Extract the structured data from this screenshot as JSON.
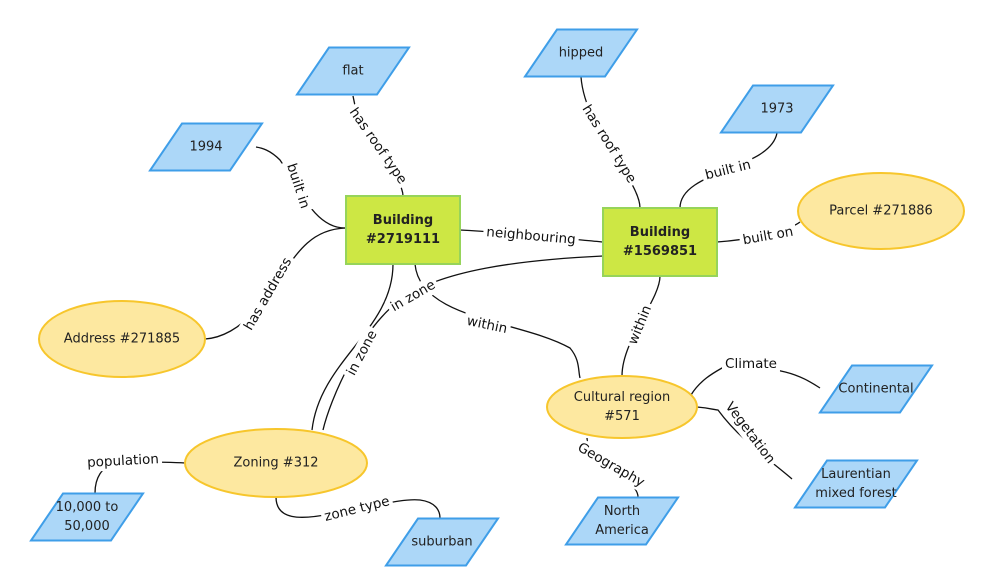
{
  "diagram": {
    "type": "knowledge-graph",
    "colors": {
      "entity_rect": "#cde744",
      "entity_ellipse": "#fde8a0",
      "literal_parallelogram": "#acd7f8",
      "edge": "#111111"
    },
    "nodes": [
      {
        "id": "b1",
        "shape": "rect",
        "lines": [
          "Building",
          "#2719111"
        ]
      },
      {
        "id": "b2",
        "shape": "rect",
        "lines": [
          "Building",
          "#1569851"
        ]
      },
      {
        "id": "flat",
        "shape": "parallelogram",
        "lines": [
          "flat"
        ]
      },
      {
        "id": "hipped",
        "shape": "parallelogram",
        "lines": [
          "hipped"
        ]
      },
      {
        "id": "y1994",
        "shape": "parallelogram",
        "lines": [
          "1994"
        ]
      },
      {
        "id": "y1973",
        "shape": "parallelogram",
        "lines": [
          "1973"
        ]
      },
      {
        "id": "parcel",
        "shape": "ellipse",
        "lines": [
          "Parcel #271886"
        ]
      },
      {
        "id": "address",
        "shape": "ellipse",
        "lines": [
          "Address #271885"
        ]
      },
      {
        "id": "zoning",
        "shape": "ellipse",
        "lines": [
          "Zoning #312"
        ]
      },
      {
        "id": "region",
        "shape": "ellipse",
        "lines": [
          "Cultural region",
          "#571"
        ]
      },
      {
        "id": "pop",
        "shape": "parallelogram",
        "lines": [
          "10,000 to",
          "50,000"
        ]
      },
      {
        "id": "suburban",
        "shape": "parallelogram",
        "lines": [
          "suburban"
        ]
      },
      {
        "id": "continental",
        "shape": "parallelogram",
        "lines": [
          "Continental"
        ]
      },
      {
        "id": "forest",
        "shape": "parallelogram",
        "lines": [
          "Laurentian",
          "mixed forest"
        ]
      },
      {
        "id": "na",
        "shape": "parallelogram",
        "lines": [
          "North",
          "America"
        ]
      }
    ],
    "edges": [
      {
        "from": "b1",
        "to": "flat",
        "label": "has roof type"
      },
      {
        "from": "b1",
        "to": "y1994",
        "label": "built in"
      },
      {
        "from": "b1",
        "to": "address",
        "label": "has address"
      },
      {
        "from": "b1",
        "to": "b2",
        "label": "neighbouring"
      },
      {
        "from": "b1",
        "to": "zoning",
        "label": "in zone"
      },
      {
        "from": "b1",
        "to": "region",
        "label": "within"
      },
      {
        "from": "b2",
        "to": "hipped",
        "label": "has roof type"
      },
      {
        "from": "b2",
        "to": "y1973",
        "label": "built in"
      },
      {
        "from": "b2",
        "to": "parcel",
        "label": "built on"
      },
      {
        "from": "b2",
        "to": "region",
        "label": "within"
      },
      {
        "from": "b2",
        "to": "zoning",
        "label": "in zone"
      },
      {
        "from": "zoning",
        "to": "pop",
        "label": "population"
      },
      {
        "from": "zoning",
        "to": "suburban",
        "label": "zone type"
      },
      {
        "from": "region",
        "to": "continental",
        "label": "Climate"
      },
      {
        "from": "region",
        "to": "forest",
        "label": "Vegetation"
      },
      {
        "from": "region",
        "to": "na",
        "label": "Geography"
      }
    ]
  }
}
